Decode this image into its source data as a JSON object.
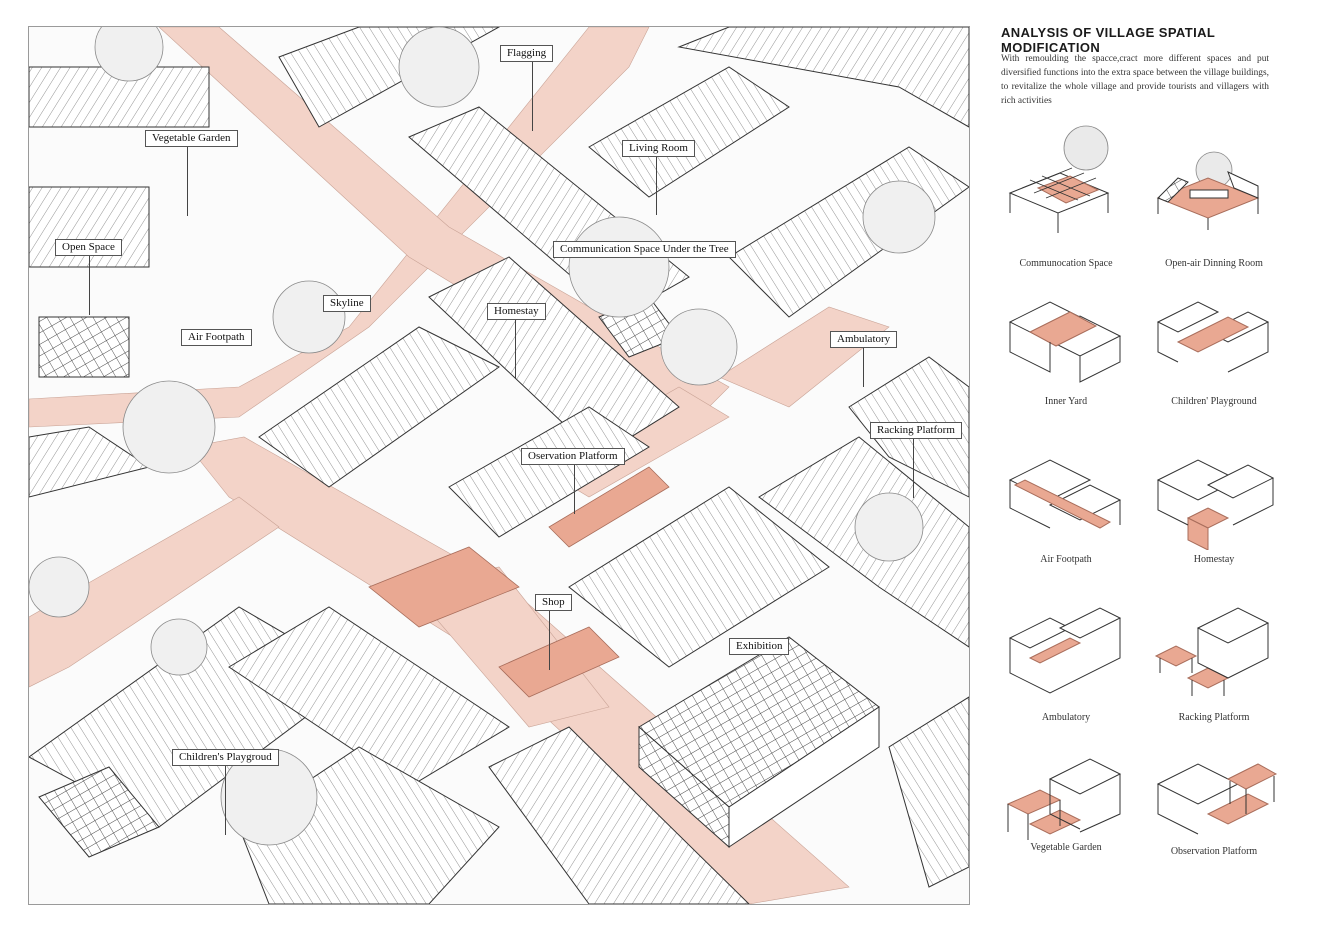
{
  "panel": {
    "title": "ANALYSIS OF VILLAGE SPATIAL MODIFICATION",
    "description": "With remoulding the spacce,cract more different spaces and put diversified functions into the extra space between the village buildings, to revitalize the whole village and provide tourists and villagers with rich activities"
  },
  "drawing_labels": {
    "flagging": "Flagging",
    "vegetable_garden": "Vegetable Garden",
    "living_room": "Living Room",
    "open_space": "Open Space",
    "communication_space": "Communication Space Under the Tree",
    "skyline": "Skyline",
    "homestay": "Homestay",
    "air_footpath": "Air Footpath",
    "ambulatory": "Ambulatory",
    "racking_platform": "Racking Platform",
    "observation_platform": "Oservation Platform",
    "shop": "Shop",
    "exhibition": "Exhibition",
    "childrens_playground": "Children's Playgroud"
  },
  "analysis_items": [
    {
      "label": "Communocation Space",
      "icon": "pergola-tree-icon"
    },
    {
      "label": "Open-air Dinning Room",
      "icon": "courtyard-dining-icon"
    },
    {
      "label": "Inner Yard",
      "icon": "inner-yard-icon"
    },
    {
      "label": "Children' Playground",
      "icon": "playground-icon"
    },
    {
      "label": "Air Footpath",
      "icon": "air-footpath-icon"
    },
    {
      "label": "Homestay",
      "icon": "homestay-icon"
    },
    {
      "label": "Ambulatory",
      "icon": "ambulatory-icon"
    },
    {
      "label": "Racking Platform",
      "icon": "racking-platform-icon"
    },
    {
      "label": "Vegetable Garden",
      "icon": "vegetable-garden-icon"
    },
    {
      "label": "Observation Platform",
      "icon": "observation-platform-icon"
    }
  ],
  "colors": {
    "accent_path": "#f2cfc3",
    "accent_fill": "#e9a892",
    "line": "#555555"
  }
}
